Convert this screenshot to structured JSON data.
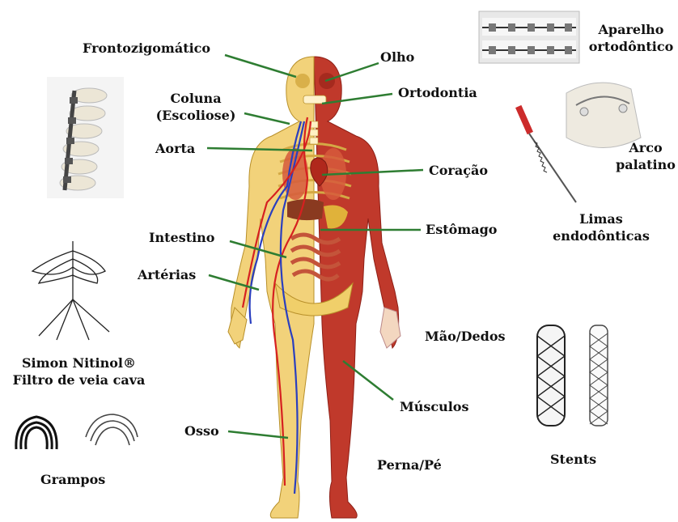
{
  "labels": {
    "frontozigomatico": "Frontozigomático",
    "olho": "Olho",
    "coluna_l1": "Coluna",
    "coluna_l2": "(Escoliose)",
    "ortodontia": "Ortodontia",
    "aorta": "Aorta",
    "coracao": "Coração",
    "intestino": "Intestino",
    "estomago": "Estômago",
    "arterias": "Artérias",
    "mao_dedos": "Mão/Dedos",
    "musculos": "Músculos",
    "osso": "Osso",
    "perna_pe": "Perna/Pé",
    "aparelho_l1": "Aparelho",
    "aparelho_l2": "ortodôntico",
    "arco_l1": "Arco",
    "arco_l2": "palatino",
    "limas_l1": "Limas",
    "limas_l2": "endodônticas",
    "simon_l1": "Simon Nitinol®",
    "simon_l2": "Filtro de veia cava",
    "grampos": "Grampos",
    "stents": "Stents"
  },
  "colors": {
    "leader_line": "#2e7d32",
    "muscle": "#c0392b",
    "bone": "#f2d27a",
    "artery": "#d62020",
    "vein": "#2a3fbf"
  },
  "icons": [
    "spine-implant-icon",
    "vena-cava-filter-icon",
    "staples-icon",
    "brackets-icon",
    "palatal-arch-icon",
    "endodontic-file-icon",
    "stent-icon",
    "human-anatomy-figure"
  ]
}
